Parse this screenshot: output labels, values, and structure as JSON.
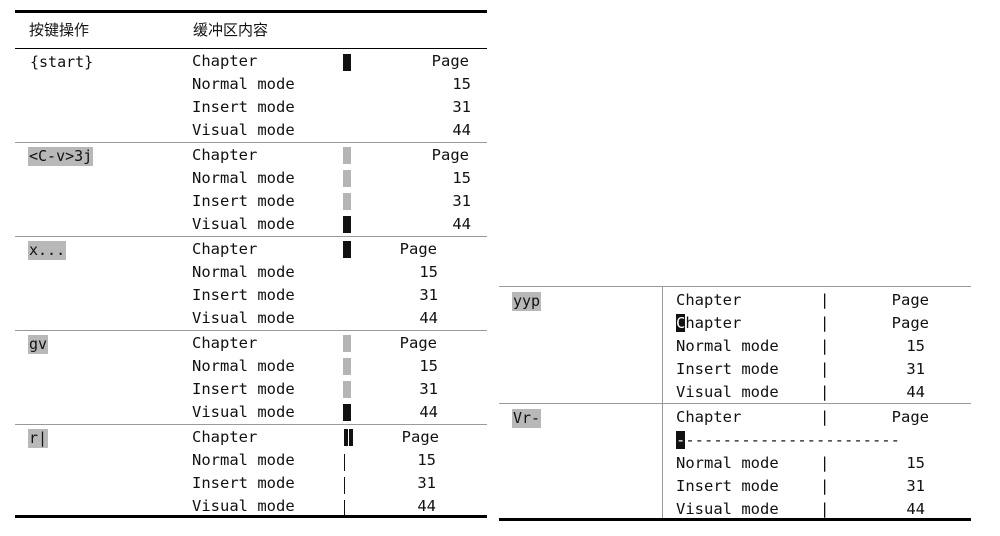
{
  "left_table": {
    "header": {
      "keys": "按键操作",
      "buffer": "缓冲区内容"
    },
    "rows": [
      {
        "key": "{start}",
        "key_highlight": false,
        "lines": [
          "Chapter",
          "Normal mode",
          "Insert mode",
          "Visual mode"
        ],
        "pages": [
          "Page",
          "15",
          "31",
          "44"
        ]
      },
      {
        "key": "<C-v>3j",
        "key_highlight": true,
        "lines": [
          "Chapter",
          "Normal mode",
          "Insert mode",
          "Visual mode"
        ],
        "pages": [
          "Page",
          "15",
          "31",
          "44"
        ]
      },
      {
        "key": "x...",
        "key_highlight": true,
        "lines": [
          "Chapter",
          "Normal mode",
          "Insert mode",
          "Visual mode"
        ],
        "pages": [
          "Page",
          "15",
          "31",
          "44"
        ]
      },
      {
        "key": "gv",
        "key_highlight": true,
        "lines": [
          "Chapter",
          "Normal mode",
          "Insert mode",
          "Visual mode"
        ],
        "pages": [
          "Page",
          "15",
          "31",
          "44"
        ]
      },
      {
        "key": "r|",
        "key_highlight": true,
        "lines": [
          "Chapter",
          "Normal mode",
          "Insert mode",
          "Visual mode"
        ],
        "pages": [
          "Page",
          "15",
          "31",
          "44"
        ]
      }
    ]
  },
  "right_table": {
    "rows": [
      {
        "key": "yyp",
        "key_highlight": true,
        "lines": [
          "Chapter",
          "Chapter",
          "Normal mode",
          "Insert mode",
          "Visual mode"
        ],
        "cursor_char": "C",
        "cursor_rest": "hapter",
        "pages": [
          "Page",
          "Page",
          "15",
          "31",
          "44"
        ]
      },
      {
        "key": "Vr-",
        "key_highlight": true,
        "lines": [
          "Chapter",
          "------------------------",
          "Normal mode",
          "Insert mode",
          "Visual mode"
        ],
        "cursor_char": "-",
        "cursor_rest": "-----------------------",
        "pages": [
          "Page",
          "",
          "15",
          "31",
          "44"
        ]
      }
    ],
    "separator": "|"
  }
}
